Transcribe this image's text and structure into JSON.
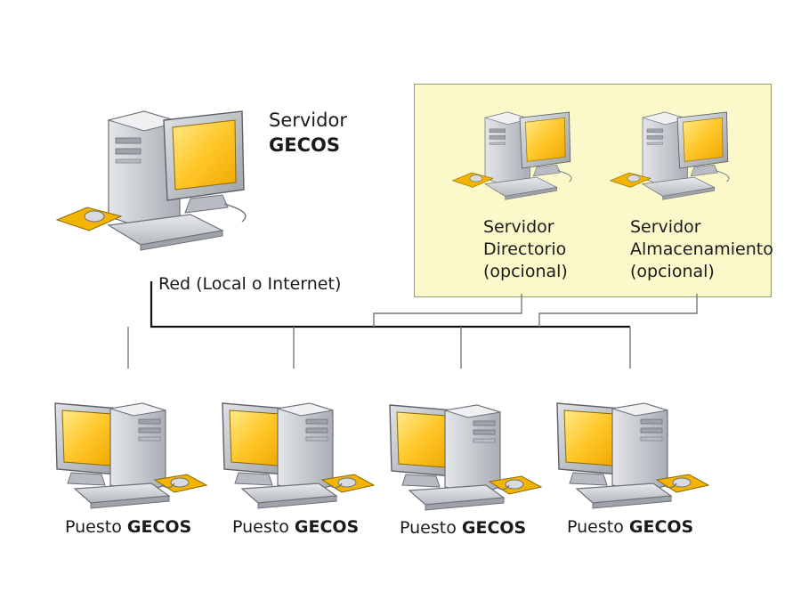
{
  "main_server": {
    "line1": "Servidor",
    "line2": "GECOS"
  },
  "network": {
    "label": "Red (Local o Internet)"
  },
  "optional_servers": [
    {
      "line1": "Servidor",
      "line2": "Directorio",
      "line3": "(opcional)"
    },
    {
      "line1": "Servidor",
      "line2": "Almacenamiento",
      "line3": "(opcional)"
    }
  ],
  "workstations": [
    {
      "prefix": "Puesto",
      "name": "GECOS"
    },
    {
      "prefix": "Puesto",
      "name": "GECOS"
    },
    {
      "prefix": "Puesto",
      "name": "GECOS"
    },
    {
      "prefix": "Puesto",
      "name": "GECOS"
    }
  ],
  "colors": {
    "screen": "#f6b400",
    "screen_light": "#ffe066",
    "case": "#c9ccd1",
    "mousepad": "#f0b400",
    "optional_box": "#fbf9c9"
  }
}
